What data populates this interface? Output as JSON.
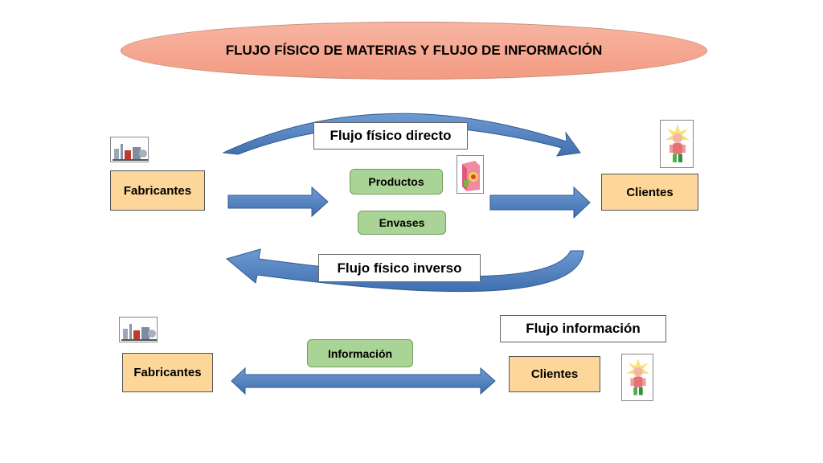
{
  "title": "FLUJO FÍSICO DE MATERIAS Y FLUJO DE INFORMACIÓN",
  "top_section": {
    "manufacturers_label": "Fabricantes",
    "customers_label": "Clientes",
    "direct_flow_label": "Flujo físico directo",
    "reverse_flow_label": "Flujo físico inverso",
    "products_label": "Productos",
    "packaging_label": "Envases"
  },
  "bottom_section": {
    "manufacturers_label": "Fabricantes",
    "customers_label": "Clientes",
    "information_flow_label": "Flujo información",
    "information_label": "Información"
  },
  "icons": {
    "factory": "factory-icon",
    "customer": "customer-figure-icon",
    "product": "product-box-icon"
  },
  "colors": {
    "arrow": "#4f81bd",
    "orange_box": "#fdd79a",
    "green_box": "#a9d496",
    "title_oval": "#f5a58d"
  }
}
